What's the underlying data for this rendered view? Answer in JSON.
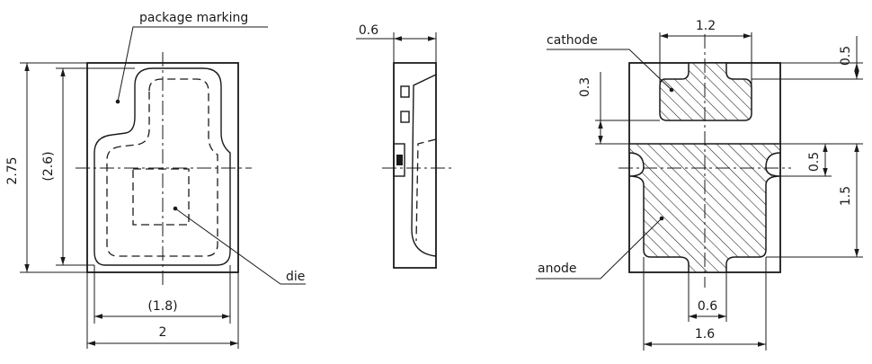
{
  "labels": {
    "package_marking": "package marking",
    "die": "die",
    "cathode": "cathode",
    "anode": "anode"
  },
  "dimensions": {
    "front_height": "2.75",
    "front_inner_height": "(2.6)",
    "front_inner_width": "(1.8)",
    "front_width": "2",
    "side_thickness": "0.6",
    "pad_top_width": "1.2",
    "pad_gap": "0.3",
    "pad_top_height": "0.5",
    "pad_notch": "0.5",
    "pad_bottom_height": "1.5",
    "pad_stub_width": "0.6",
    "pad_bottom_width": "1.6"
  }
}
